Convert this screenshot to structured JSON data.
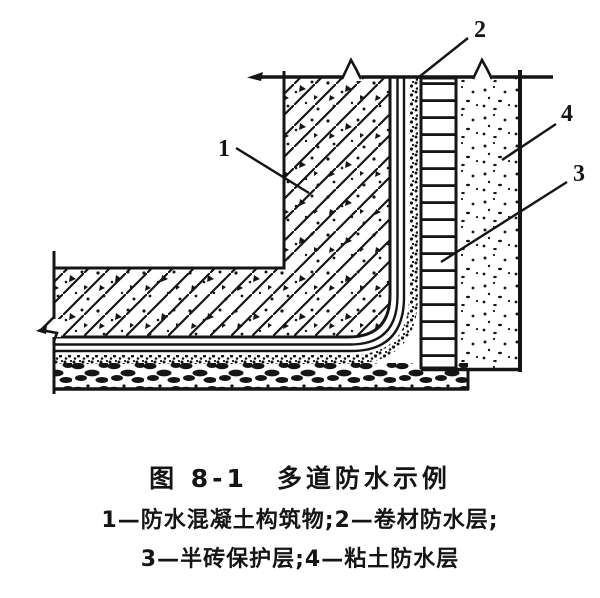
{
  "figure_labels": {
    "label1": "1",
    "label2": "2",
    "label3": "3",
    "label4": "4"
  },
  "caption": {
    "title": "图 8-1　多道防水示例",
    "legend_line1": "1—防水混凝土构筑物;2—卷材防水层;",
    "legend_line2": "3—半砖保护层;4—粘土防水层"
  },
  "colors": {
    "ink": "#151515",
    "paper": "#ffffff"
  }
}
